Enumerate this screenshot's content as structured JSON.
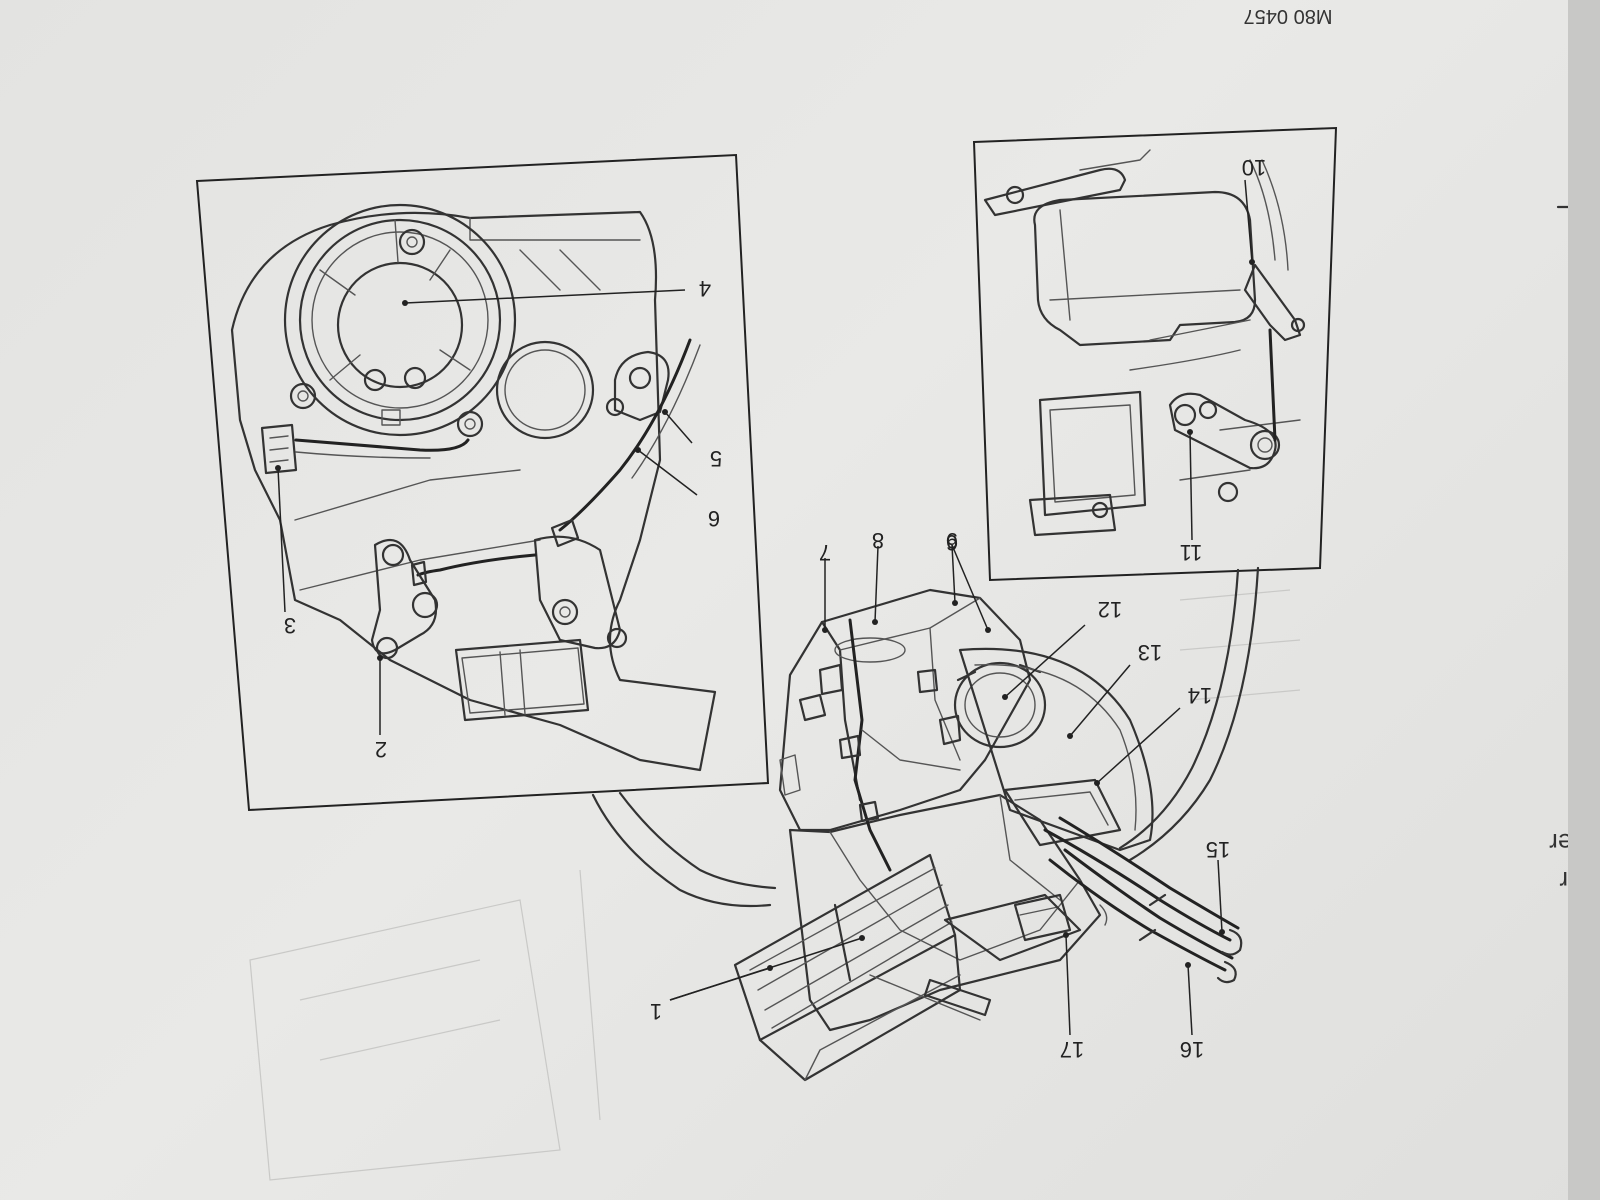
{
  "figure": {
    "reference": "M80 0457",
    "callouts": [
      {
        "id": "1",
        "text": "1"
      },
      {
        "id": "2",
        "text": "2"
      },
      {
        "id": "3",
        "text": "3"
      },
      {
        "id": "4",
        "text": "4"
      },
      {
        "id": "5",
        "text": "5"
      },
      {
        "id": "6a",
        "text": "6"
      },
      {
        "id": "6b",
        "text": "6"
      },
      {
        "id": "7",
        "text": "7"
      },
      {
        "id": "8",
        "text": "8"
      },
      {
        "id": "9",
        "text": "9"
      },
      {
        "id": "10",
        "text": "10"
      },
      {
        "id": "11",
        "text": "11"
      },
      {
        "id": "12",
        "text": "12"
      },
      {
        "id": "13",
        "text": "13"
      },
      {
        "id": "14",
        "text": "14"
      },
      {
        "id": "15",
        "text": "15"
      },
      {
        "id": "16",
        "text": "16"
      },
      {
        "id": "17",
        "text": "17"
      }
    ]
  },
  "margin": {
    "line1": "Colour",
    "line2": "Gender"
  },
  "colors": {
    "paper": "#e6e6e4",
    "ink": "#222222"
  }
}
